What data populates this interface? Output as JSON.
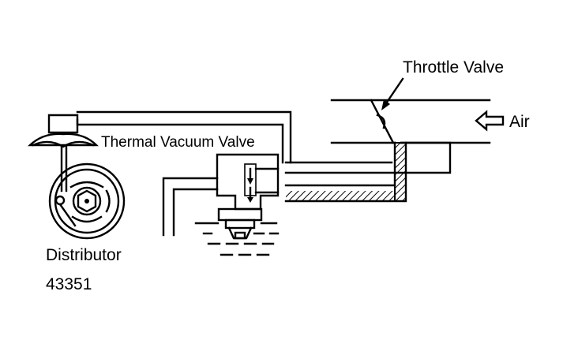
{
  "labels": {
    "throttle_valve": "Throttle Valve",
    "air": "Air",
    "thermal_vacuum_valve": "Thermal Vacuum Valve",
    "distributor": "Distributor",
    "figure_number": "43351"
  }
}
